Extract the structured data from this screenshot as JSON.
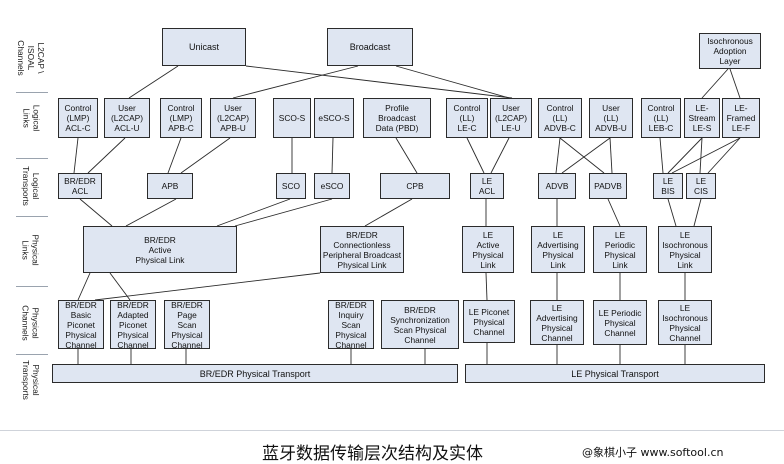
{
  "layers": {
    "l2cap_isoal": "L2CAP \\ ISOAL\nChannels",
    "logical_links": "Logical\nLinks",
    "logical_transports": "Logical\nTransports",
    "physical_links": "Physical\nLinks",
    "physical_channels": "Physical\nChannels",
    "physical_transports": "Physical\nTransports"
  },
  "boxes": {
    "unicast": "Unicast",
    "broadcast": "Broadcast",
    "isoal": "Isochronous\nAdoption\nLayer",
    "ctrl_acl_c": "Control\n(LMP)\nACL-C",
    "user_acl_u": "User\n(L2CAP)\nACL-U",
    "ctrl_apb_c": "Control\n(LMP)\nAPB-C",
    "user_apb_u": "User\n(L2CAP)\nAPB-U",
    "sco_s": "SCO-S",
    "esco_s": "eSCO-S",
    "pbd": "Profile\nBroadcast\nData (PBD)",
    "ctrl_le_c": "Control\n(LL)\nLE-C",
    "user_le_u": "User\n(L2CAP)\nLE-U",
    "ctrl_advb_c": "Control\n(LL)\nADVB-C",
    "user_advb_u": "User\n(LL)\nADVB-U",
    "ctrl_leb_c": "Control\n(LL)\nLEB-C",
    "le_s": "LE-\nStream\nLE-S",
    "le_f": "LE-\nFramed\nLE-F",
    "bredr_acl": "BR/EDR\nACL",
    "apb": "APB",
    "sco": "SCO",
    "esco": "eSCO",
    "cpb": "CPB",
    "le_acl": "LE\nACL",
    "advb": "ADVB",
    "padvb": "PADVB",
    "le_bis": "LE\nBIS",
    "le_cis": "LE\nCIS",
    "bredr_active_link": "BR/EDR\nActive\nPhysical Link",
    "bredr_cpb_link": "BR/EDR\nConnectionless\nPeripheral Broadcast\nPhysical Link",
    "le_active_link": "LE\nActive\nPhysical\nLink",
    "le_adv_link": "LE\nAdvertising\nPhysical\nLink",
    "le_periodic_link": "LE\nPeriodic\nPhysical\nLink",
    "le_iso_link": "LE\nIsochronous\nPhysical\nLink",
    "ch_basic": "BR/EDR\nBasic\nPiconet\nPhysical\nChannel",
    "ch_adapted": "BR/EDR\nAdapted\nPiconet\nPhysical\nChannel",
    "ch_page": "BR/EDR\nPage\nScan\nPhysical\nChannel",
    "ch_inquiry": "BR/EDR\nInquiry\nScan\nPhysical\nChannel",
    "ch_sync": "BR/EDR\nSynchronization\nScan Physical\nChannel",
    "ch_le_piconet": "LE Piconet\nPhysical\nChannel",
    "ch_le_adv": "LE\nAdvertising\nPhysical\nChannel",
    "ch_le_periodic": "LE Periodic\nPhysical\nChannel",
    "ch_le_iso": "LE\nIsochronous\nPhysical\nChannel",
    "bredr_transport": "BR/EDR Physical Transport",
    "le_transport": "LE Physical Transport"
  },
  "caption": "蓝牙数据传输层次结构及实体",
  "credit": "@象棋小子 www.softool.cn",
  "colors": {
    "box_fill": "#dfe6f2",
    "box_border": "#2b2b2b",
    "line": "#2b2b2b",
    "divider": "#9aa3ae"
  }
}
